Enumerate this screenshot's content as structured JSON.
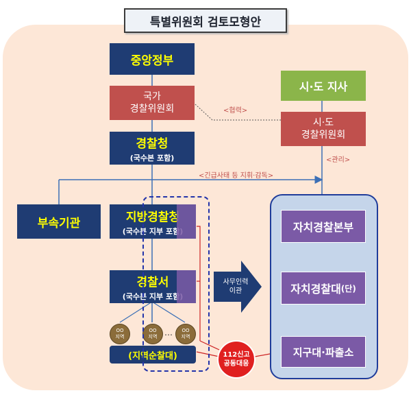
{
  "title": "특별위원회 검토모형안",
  "central_gov": "중앙정부",
  "national_committee": {
    "line1": "국가",
    "line2": "경찰위원회"
  },
  "police_agency": {
    "name": "경찰청",
    "sub": "(국수본 포함)"
  },
  "affiliated": "부속기관",
  "provincial_agency": {
    "name": "지방경찰청",
    "sub": "(국수본 지부 포함)"
  },
  "police_station": {
    "name": "경찰서",
    "sub": "(국수본 지부 포함)"
  },
  "districts": [
    {
      "line1": "OO",
      "line2": "지역"
    },
    {
      "line1": "OO",
      "line2": "지역"
    },
    {
      "line1": "OO",
      "line2": "지역"
    }
  ],
  "district_ellipsis": "…",
  "patrol": "(지역순찰대)",
  "sido_office": "시·도 지사",
  "sido_committee": {
    "line1": "시·도",
    "line2": "경찰위원회"
  },
  "labels": {
    "cooperation": "<협력>",
    "management": "<관리>",
    "emergency": "<긴급사태 등 지휘·감독>"
  },
  "transfer": {
    "line1": "사무인력",
    "line2": "이관"
  },
  "call112": {
    "line1": "112신고",
    "line2": "공동대응"
  },
  "autonomous_hq": "자치경찰본부",
  "autonomous_unit": {
    "name": "자치경찰대",
    "suffix": "(단)"
  },
  "local_unit": "지구대·파출소",
  "colors": {
    "navy": "#1f3c73",
    "red": "#c0504d",
    "green": "#8bb54a",
    "purple": "#7b5aa6",
    "yellow": "#ffff00"
  }
}
